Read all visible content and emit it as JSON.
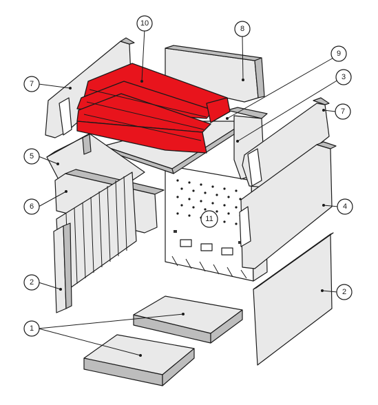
{
  "colors": {
    "highlight": "#e8141c",
    "line": "#1a1a1a",
    "part_fill": "#e9e9e9"
  },
  "callouts": [
    {
      "label": "10"
    },
    {
      "label": "8"
    },
    {
      "label": "9"
    },
    {
      "label": "3"
    },
    {
      "label": "7"
    },
    {
      "label": "7"
    },
    {
      "label": "5"
    },
    {
      "label": "6"
    },
    {
      "label": "4"
    },
    {
      "label": "11"
    },
    {
      "label": "2"
    },
    {
      "label": "2"
    },
    {
      "label": "1"
    }
  ],
  "highlighted_part": "10"
}
